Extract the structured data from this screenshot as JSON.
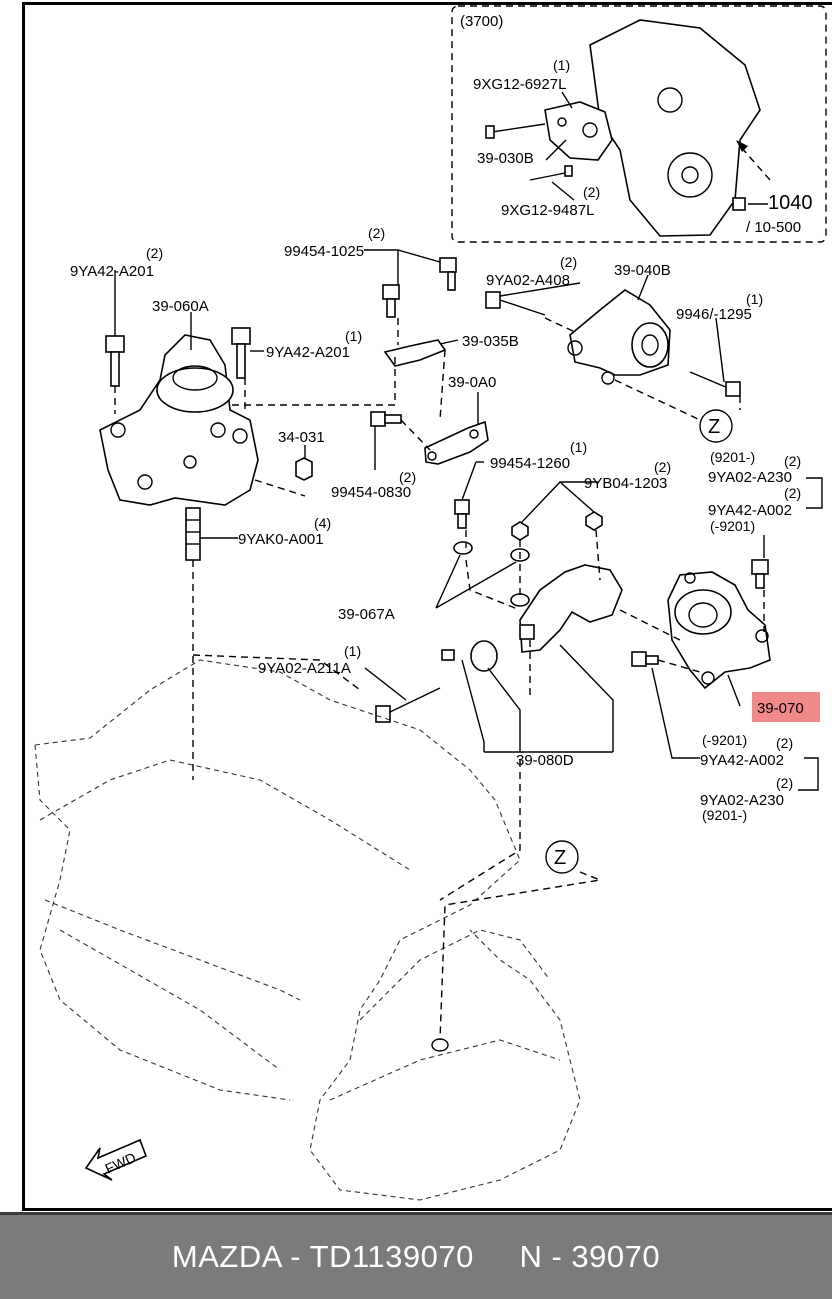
{
  "inset": {
    "group": "(3700)",
    "labels": {
      "l_9xg12_6927": "9XG12-6927L",
      "q_9xg12_6927": "(1)",
      "l_39_030b": "39-030B",
      "l_9xg12_9487": "9XG12-9487L",
      "q_9xg12_9487": "(2)",
      "l_1040": "1040",
      "l_10_500": "/ 10-500"
    }
  },
  "labels": {
    "l_99454_1025": "99454-1025",
    "q_99454_1025": "(2)",
    "l_9ya42_a201_a": "9YA42-A201",
    "q_9ya42_a201_a": "(2)",
    "l_39_060a": "39-060A",
    "l_9ya42_a201_b": "9YA42-A201",
    "q_9ya42_a201_b": "(1)",
    "l_9ya02_a408": "9YA02-A408",
    "q_9ya02_a408": "(2)",
    "l_39_040b": "39-040B",
    "l_9946_1295": "9946/-1295",
    "q_9946_1295": "(1)",
    "l_39_035b": "39-035B",
    "l_39_0a0": "39-0A0",
    "l_34_031": "34-031",
    "l_99454_0830": "99454-0830",
    "q_99454_0830": "(2)",
    "z_top": "Z",
    "l_9201_a": "(9201-)",
    "l_9ya02_a230_a": "9YA02-A230",
    "q_9ya02_a230_a": "(2)",
    "l_9ya42_a002_a": "9YA42-A002",
    "q_9ya42_a002_a": "(2)",
    "l_9201_b": "(-9201)",
    "l_99454_1260": "99454-1260",
    "q_99454_1260": "(1)",
    "l_9yb04_1203": "9YB04-1203",
    "q_9yb04_1203": "(2)",
    "l_9yak0_a001": "9YAK0-A001",
    "q_9yak0_a001": "(4)",
    "l_39_067a": "39-067A",
    "l_9ya02_a211a": "9YA02-A211A",
    "q_9ya02_a211a": "(1)",
    "l_39_070": "39-070",
    "l_9201_c": "(-9201)",
    "l_9ya42_a002_b": "9YA42-A002",
    "q_9ya42_a002_b": "(2)",
    "l_9ya02_a230_b": "9YA02-A230",
    "q_9ya02_a230_b": "(2)",
    "l_9201_d": "(9201-)",
    "l_39_080d": "39-080D",
    "z_bottom": "Z",
    "fwd": "FWD"
  },
  "highlight_color": "#f08a8a",
  "footer": {
    "text": "MAZDA - TD1139070     N - 39070"
  }
}
